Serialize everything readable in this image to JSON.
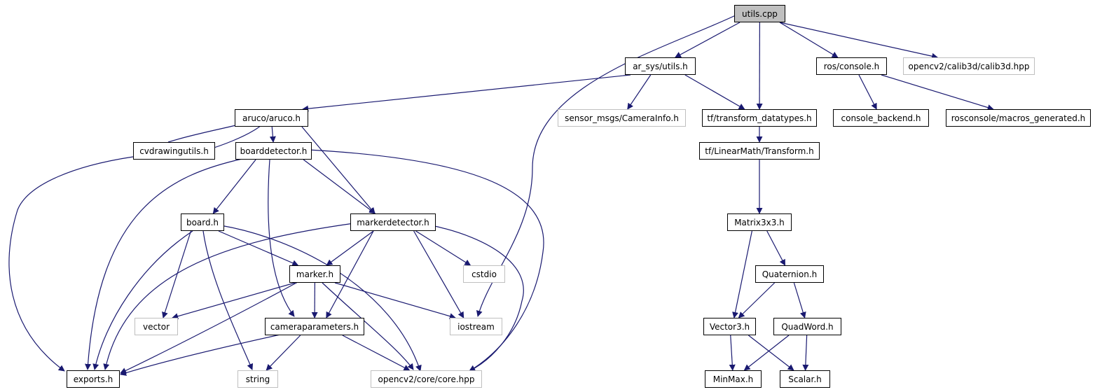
{
  "diagram": {
    "edge_color": "#191970",
    "nodes": [
      {
        "id": "utils_cpp",
        "label": "utils.cpp",
        "kind": "root"
      },
      {
        "id": "ar_sys_utils",
        "label": "ar_sys/utils.h",
        "kind": "local"
      },
      {
        "id": "ros_console",
        "label": "ros/console.h",
        "kind": "local"
      },
      {
        "id": "calib3d",
        "label": "opencv2/calib3d/calib3d.hpp",
        "kind": "external"
      },
      {
        "id": "aruco",
        "label": "aruco/aruco.h",
        "kind": "local"
      },
      {
        "id": "camerainfo",
        "label": "sensor_msgs/CameraInfo.h",
        "kind": "external"
      },
      {
        "id": "tf_datatypes",
        "label": "tf/transform_datatypes.h",
        "kind": "local"
      },
      {
        "id": "console_backend",
        "label": "console_backend.h",
        "kind": "local"
      },
      {
        "id": "macros_generated",
        "label": "rosconsole/macros_generated.h",
        "kind": "local"
      },
      {
        "id": "cvdrawingutils",
        "label": "cvdrawingutils.h",
        "kind": "local"
      },
      {
        "id": "boarddetector",
        "label": "boarddetector.h",
        "kind": "local"
      },
      {
        "id": "tf_transform",
        "label": "tf/LinearMath/Transform.h",
        "kind": "local"
      },
      {
        "id": "board",
        "label": "board.h",
        "kind": "local"
      },
      {
        "id": "markerdetector",
        "label": "markerdetector.h",
        "kind": "local"
      },
      {
        "id": "matrix3x3",
        "label": "Matrix3x3.h",
        "kind": "local"
      },
      {
        "id": "marker",
        "label": "marker.h",
        "kind": "local"
      },
      {
        "id": "cstdio",
        "label": "cstdio",
        "kind": "external"
      },
      {
        "id": "quaternion",
        "label": "Quaternion.h",
        "kind": "local"
      },
      {
        "id": "vector",
        "label": "vector",
        "kind": "external"
      },
      {
        "id": "cameraparameters",
        "label": "cameraparameters.h",
        "kind": "local"
      },
      {
        "id": "iostream",
        "label": "iostream",
        "kind": "external"
      },
      {
        "id": "vector3",
        "label": "Vector3.h",
        "kind": "local"
      },
      {
        "id": "quadword",
        "label": "QuadWord.h",
        "kind": "local"
      },
      {
        "id": "exports",
        "label": "exports.h",
        "kind": "local"
      },
      {
        "id": "string",
        "label": "string",
        "kind": "external"
      },
      {
        "id": "core",
        "label": "opencv2/core/core.hpp",
        "kind": "external"
      },
      {
        "id": "minmax",
        "label": "MinMax.h",
        "kind": "local"
      },
      {
        "id": "scalar",
        "label": "Scalar.h",
        "kind": "local"
      }
    ],
    "edges": [
      [
        "utils_cpp",
        "ar_sys_utils"
      ],
      [
        "utils_cpp",
        "iostream"
      ],
      [
        "utils_cpp",
        "tf_datatypes"
      ],
      [
        "utils_cpp",
        "ros_console"
      ],
      [
        "utils_cpp",
        "calib3d"
      ],
      [
        "ar_sys_utils",
        "aruco"
      ],
      [
        "ar_sys_utils",
        "camerainfo"
      ],
      [
        "ar_sys_utils",
        "tf_datatypes"
      ],
      [
        "aruco",
        "cvdrawingutils"
      ],
      [
        "aruco",
        "boarddetector"
      ],
      [
        "aruco",
        "markerdetector"
      ],
      [
        "cvdrawingutils",
        "aruco"
      ],
      [
        "cvdrawingutils",
        "exports"
      ],
      [
        "boarddetector",
        "board"
      ],
      [
        "boarddetector",
        "markerdetector"
      ],
      [
        "boarddetector",
        "exports"
      ],
      [
        "boarddetector",
        "cameraparameters"
      ],
      [
        "boarddetector",
        "core"
      ],
      [
        "board",
        "marker"
      ],
      [
        "board",
        "exports"
      ],
      [
        "board",
        "vector"
      ],
      [
        "board",
        "string"
      ],
      [
        "board",
        "core"
      ],
      [
        "markerdetector",
        "marker"
      ],
      [
        "markerdetector",
        "cameraparameters"
      ],
      [
        "markerdetector",
        "exports"
      ],
      [
        "markerdetector",
        "cstdio"
      ],
      [
        "markerdetector",
        "iostream"
      ],
      [
        "markerdetector",
        "core"
      ],
      [
        "marker",
        "cameraparameters"
      ],
      [
        "marker",
        "exports"
      ],
      [
        "marker",
        "vector"
      ],
      [
        "marker",
        "iostream"
      ],
      [
        "marker",
        "core"
      ],
      [
        "cameraparameters",
        "exports"
      ],
      [
        "cameraparameters",
        "string"
      ],
      [
        "cameraparameters",
        "core"
      ],
      [
        "ros_console",
        "console_backend"
      ],
      [
        "ros_console",
        "macros_generated"
      ],
      [
        "tf_datatypes",
        "tf_transform"
      ],
      [
        "tf_transform",
        "matrix3x3"
      ],
      [
        "matrix3x3",
        "vector3"
      ],
      [
        "matrix3x3",
        "quaternion"
      ],
      [
        "quaternion",
        "vector3"
      ],
      [
        "quaternion",
        "quadword"
      ],
      [
        "vector3",
        "minmax"
      ],
      [
        "vector3",
        "scalar"
      ],
      [
        "quadword",
        "minmax"
      ],
      [
        "quadword",
        "scalar"
      ]
    ]
  }
}
